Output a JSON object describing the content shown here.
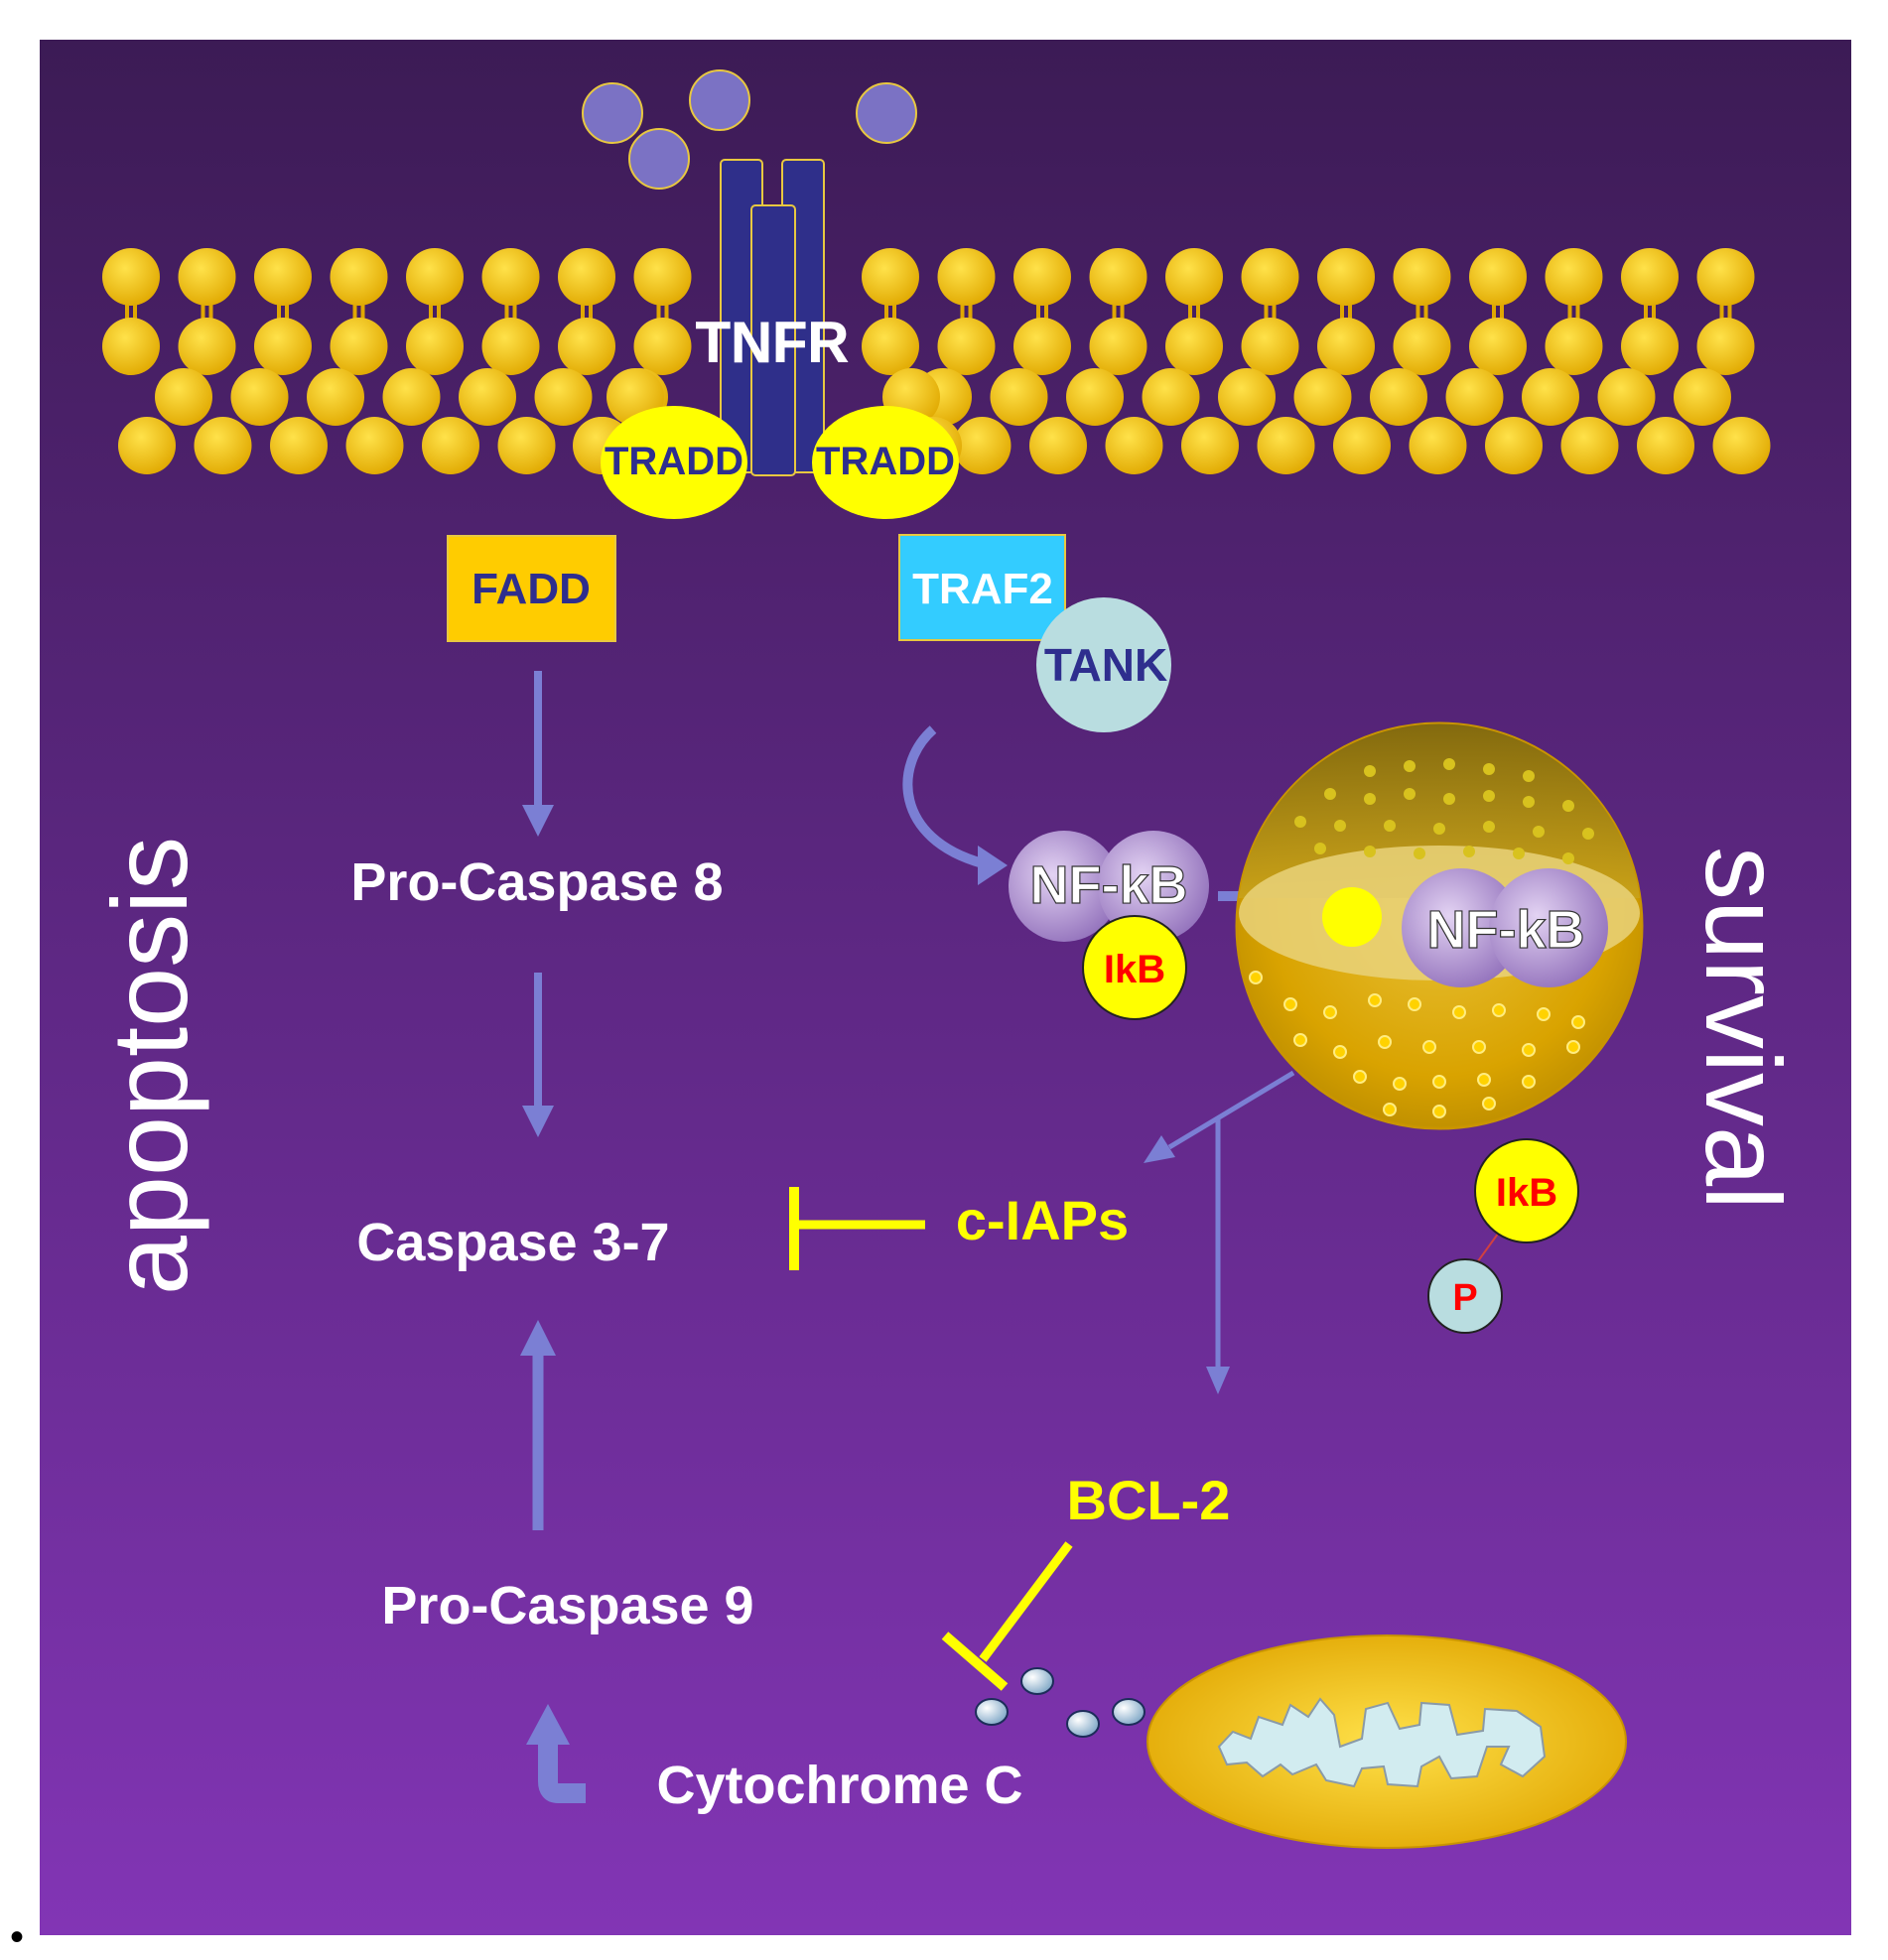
{
  "side_labels": {
    "left": "apoptosis",
    "right": "survival"
  },
  "membrane": {
    "receptor": "TNFR",
    "adaptors": [
      "TRADD",
      "TRADD"
    ]
  },
  "cytoplasm": {
    "fadd": "FADD",
    "traf2": "TRAF2",
    "tank": "TANK",
    "nfkb": "NF-kB",
    "ikb": "IkB"
  },
  "nucleus": {
    "nfkb": "NF-kB"
  },
  "degraded": {
    "ikb": "IkB",
    "phospho": "P"
  },
  "apoptosis_path": {
    "pro_caspase_8": "Pro-Caspase 8",
    "caspase_3_7": "Caspase 3-7",
    "pro_caspase_9": "Pro-Caspase 9",
    "cytochrome_c": "Cytochrome C"
  },
  "survival_factors": {
    "ciaps": "c-IAPs",
    "bcl2": "BCL-2"
  },
  "bullet": "•",
  "colors": {
    "background_top": "#3c1b55",
    "background_bottom": "#8235b5",
    "membrane_yellow": "#f5c400",
    "receptor_blue": "#2f2f8a",
    "ligand": "#7b72c4",
    "tradd": "#ffff00",
    "fadd": "#ffcc00",
    "traf2": "#33ccff",
    "tank": "#b9dde0",
    "nfkb": "#9d7dc7",
    "arrow": "#7b7fd4",
    "inhibitor": "#ffff00",
    "red_text": "#ff0000"
  }
}
